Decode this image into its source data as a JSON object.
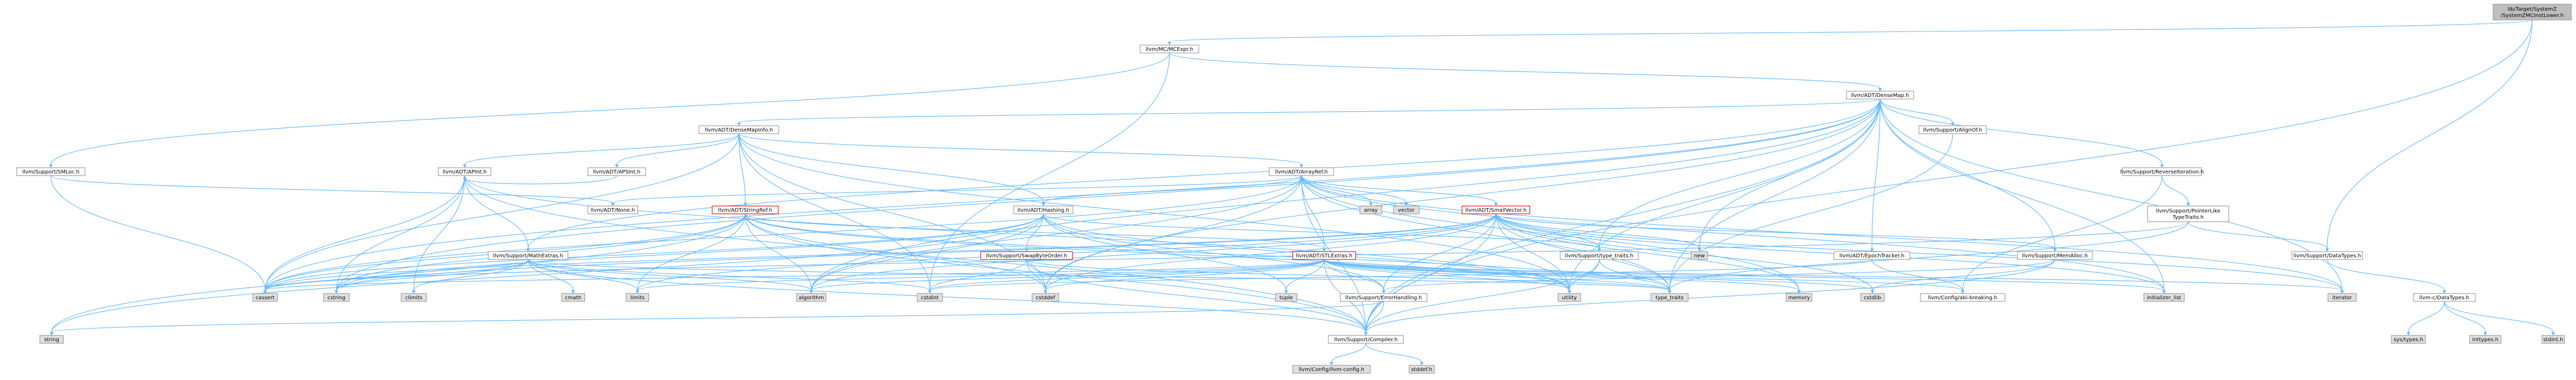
{
  "colors": {
    "edge": "#63b8ff",
    "node_fill": "#ffffff",
    "node_fill_root": "#bfbfbf",
    "node_fill_system": "#e0e0e0",
    "node_border": "#999999",
    "node_border_red": "#ff0000"
  },
  "nodes": [
    {
      "id": "root",
      "label": [
        "lib/Target/SystemZ",
        "/SystemZMCInstLower.h"
      ],
      "style": "root"
    },
    {
      "id": "mcexpr",
      "label": [
        "llvm/MC/MCExpr.h"
      ]
    },
    {
      "id": "densemap",
      "label": [
        "llvm/ADT/DenseMap.h"
      ]
    },
    {
      "id": "smloc",
      "label": [
        "llvm/Support/SMLoc.h"
      ]
    },
    {
      "id": "densemapinfo",
      "label": [
        "llvm/ADT/DenseMapInfo.h"
      ]
    },
    {
      "id": "alignof",
      "label": [
        "llvm/Support/AlignOf.h"
      ]
    },
    {
      "id": "reverseiter",
      "label": [
        "llvm/Support/ReverseIteration.h"
      ]
    },
    {
      "id": "apint",
      "label": [
        "llvm/ADT/APInt.h"
      ]
    },
    {
      "id": "apsint",
      "label": [
        "llvm/ADT/APSInt.h"
      ]
    },
    {
      "id": "arrayref",
      "label": [
        "llvm/ADT/ArrayRef.h"
      ]
    },
    {
      "id": "none",
      "label": [
        "llvm/ADT/None.h"
      ]
    },
    {
      "id": "ptrlike",
      "label": [
        "llvm/Support/PointerLike",
        "TypeTraits.h"
      ]
    },
    {
      "id": "stringref",
      "label": [
        "llvm/ADT/StringRef.h"
      ],
      "style": "red"
    },
    {
      "id": "hashing",
      "label": [
        "llvm/ADT/Hashing.h"
      ]
    },
    {
      "id": "array",
      "label": [
        "array"
      ],
      "style": "system"
    },
    {
      "id": "vector",
      "label": [
        "vector"
      ],
      "style": "system"
    },
    {
      "id": "smallvector",
      "label": [
        "llvm/ADT/SmallVector.h"
      ],
      "style": "red"
    },
    {
      "id": "mathextras",
      "label": [
        "llvm/Support/MathExtras.h"
      ]
    },
    {
      "id": "swapbyteorder",
      "label": [
        "llvm/Support/SwapByteOrder.h"
      ],
      "style": "red"
    },
    {
      "id": "stlextras",
      "label": [
        "llvm/ADT/STLExtras.h"
      ],
      "style": "red"
    },
    {
      "id": "typetraits",
      "label": [
        "llvm/Support/type_traits.h"
      ]
    },
    {
      "id": "new",
      "label": [
        "new"
      ],
      "style": "system"
    },
    {
      "id": "epochtracker",
      "label": [
        "llvm/ADT/EpochTracker.h"
      ]
    },
    {
      "id": "memalloc",
      "label": [
        "llvm/Support/MemAlloc.h"
      ]
    },
    {
      "id": "datatypes",
      "label": [
        "llvm/Support/DataTypes.h"
      ]
    },
    {
      "id": "cmath",
      "label": [
        "cmath"
      ],
      "style": "system"
    },
    {
      "id": "climits",
      "label": [
        "climits"
      ],
      "style": "system"
    },
    {
      "id": "cassert",
      "label": [
        "cassert"
      ],
      "style": "system"
    },
    {
      "id": "cstring",
      "label": [
        "cstring"
      ],
      "style": "system"
    },
    {
      "id": "limits",
      "label": [
        "limits"
      ],
      "style": "system"
    },
    {
      "id": "algorithm",
      "label": [
        "algorithm"
      ],
      "style": "system"
    },
    {
      "id": "cstdint",
      "label": [
        "cstdint"
      ],
      "style": "system"
    },
    {
      "id": "cstddef",
      "label": [
        "cstddef"
      ],
      "style": "system"
    },
    {
      "id": "tuple",
      "label": [
        "tuple"
      ],
      "style": "system"
    },
    {
      "id": "errorhandling",
      "label": [
        "llvm/Support/ErrorHandling.h"
      ]
    },
    {
      "id": "utility",
      "label": [
        "utility"
      ],
      "style": "system"
    },
    {
      "id": "typetraits_std",
      "label": [
        "type_traits"
      ],
      "style": "system"
    },
    {
      "id": "memory",
      "label": [
        "memory"
      ],
      "style": "system"
    },
    {
      "id": "cstdlib",
      "label": [
        "cstdlib"
      ],
      "style": "system"
    },
    {
      "id": "configabi",
      "label": [
        "llvm/Config/abi-breaking.h"
      ]
    },
    {
      "id": "initlist",
      "label": [
        "initializer_list"
      ],
      "style": "system"
    },
    {
      "id": "iterator",
      "label": [
        "iterator"
      ],
      "style": "system"
    },
    {
      "id": "llvmctypes",
      "label": [
        "llvm-c/DataTypes.h"
      ]
    },
    {
      "id": "string",
      "label": [
        "string"
      ],
      "style": "system"
    },
    {
      "id": "compiler",
      "label": [
        "llvm/Support/Compiler.h"
      ]
    },
    {
      "id": "systypes",
      "label": [
        "sys/types.h"
      ],
      "style": "system"
    },
    {
      "id": "inttypes",
      "label": [
        "inttypes.h"
      ],
      "style": "system"
    },
    {
      "id": "stdint",
      "label": [
        "stdint.h"
      ],
      "style": "system"
    },
    {
      "id": "llvmconfig",
      "label": [
        "llvm/Config/llvm-config.h"
      ],
      "style": "system"
    },
    {
      "id": "stddef",
      "label": [
        "stddef.h"
      ],
      "style": "system"
    }
  ],
  "edges": [
    [
      "root",
      "mcexpr"
    ],
    [
      "root",
      "datatypes"
    ],
    [
      "root",
      "compiler"
    ],
    [
      "mcexpr",
      "densemap"
    ],
    [
      "mcexpr",
      "smloc"
    ],
    [
      "mcexpr",
      "cstdint"
    ],
    [
      "densemap",
      "densemapinfo"
    ],
    [
      "densemap",
      "epochtracker"
    ],
    [
      "densemap",
      "alignof"
    ],
    [
      "densemap",
      "compiler"
    ],
    [
      "densemap",
      "mathextras"
    ],
    [
      "densemap",
      "memalloc"
    ],
    [
      "densemap",
      "reverseiter"
    ],
    [
      "densemap",
      "typetraits"
    ],
    [
      "densemap",
      "algorithm"
    ],
    [
      "densemap",
      "cassert"
    ],
    [
      "densemap",
      "cstddef"
    ],
    [
      "densemap",
      "cstring"
    ],
    [
      "densemap",
      "initlist"
    ],
    [
      "densemap",
      "iterator"
    ],
    [
      "densemap",
      "new"
    ],
    [
      "densemap",
      "typetraits_std"
    ],
    [
      "densemap",
      "utility"
    ],
    [
      "smloc",
      "none"
    ],
    [
      "smloc",
      "cassert"
    ],
    [
      "densemapinfo",
      "apint"
    ],
    [
      "densemapinfo",
      "apsint"
    ],
    [
      "densemapinfo",
      "arrayref"
    ],
    [
      "densemapinfo",
      "hashing"
    ],
    [
      "densemapinfo",
      "stringref"
    ],
    [
      "densemapinfo",
      "cassert"
    ],
    [
      "densemapinfo",
      "cstddef"
    ],
    [
      "densemapinfo",
      "cstdint"
    ],
    [
      "densemapinfo",
      "utility"
    ],
    [
      "alignof",
      "typetraits_std"
    ],
    [
      "reverseiter",
      "ptrlike"
    ],
    [
      "reverseiter",
      "configabi"
    ],
    [
      "ptrlike",
      "datatypes"
    ],
    [
      "ptrlike",
      "cassert"
    ],
    [
      "ptrlike",
      "typetraits_std"
    ],
    [
      "apint",
      "compiler"
    ],
    [
      "apint",
      "mathextras"
    ],
    [
      "apint",
      "cassert"
    ],
    [
      "apint",
      "climits"
    ],
    [
      "apint",
      "cstring"
    ],
    [
      "apint",
      "utility"
    ],
    [
      "apsint",
      "apint"
    ],
    [
      "arrayref",
      "hashing"
    ],
    [
      "arrayref",
      "none"
    ],
    [
      "arrayref",
      "smallvector"
    ],
    [
      "arrayref",
      "stlextras"
    ],
    [
      "arrayref",
      "compiler"
    ],
    [
      "arrayref",
      "algorithm"
    ],
    [
      "arrayref",
      "array"
    ],
    [
      "arrayref",
      "cassert"
    ],
    [
      "arrayref",
      "cstddef"
    ],
    [
      "arrayref",
      "initlist"
    ],
    [
      "arrayref",
      "iterator"
    ],
    [
      "arrayref",
      "memory"
    ],
    [
      "arrayref",
      "typetraits_std"
    ],
    [
      "arrayref",
      "vector"
    ],
    [
      "stringref",
      "stlextras"
    ],
    [
      "stringref",
      "compiler"
    ],
    [
      "stringref",
      "algorithm"
    ],
    [
      "stringref",
      "cassert"
    ],
    [
      "stringref",
      "cstddef"
    ],
    [
      "stringref",
      "cstring"
    ],
    [
      "stringref",
      "limits"
    ],
    [
      "stringref",
      "string"
    ],
    [
      "stringref",
      "typetraits_std"
    ],
    [
      "stringref",
      "utility"
    ],
    [
      "hashing",
      "errorhandling"
    ],
    [
      "hashing",
      "swapbyteorder"
    ],
    [
      "hashing",
      "typetraits"
    ],
    [
      "hashing",
      "algorithm"
    ],
    [
      "hashing",
      "cassert"
    ],
    [
      "hashing",
      "cstring"
    ],
    [
      "hashing",
      "string"
    ],
    [
      "hashing",
      "tuple"
    ],
    [
      "hashing",
      "utility"
    ],
    [
      "smallvector",
      "compiler"
    ],
    [
      "smallvector",
      "errorhandling"
    ],
    [
      "smallvector",
      "memalloc"
    ],
    [
      "smallvector",
      "typetraits"
    ],
    [
      "smallvector",
      "algorithm"
    ],
    [
      "smallvector",
      "cassert"
    ],
    [
      "smallvector",
      "cstddef"
    ],
    [
      "smallvector",
      "cstdlib"
    ],
    [
      "smallvector",
      "cstring"
    ],
    [
      "smallvector",
      "functional"
    ],
    [
      "smallvector",
      "initlist"
    ],
    [
      "smallvector",
      "iterator"
    ],
    [
      "smallvector",
      "limits"
    ],
    [
      "smallvector",
      "memory"
    ],
    [
      "smallvector",
      "new"
    ],
    [
      "smallvector",
      "typetraits_std"
    ],
    [
      "smallvector",
      "utility"
    ],
    [
      "mathextras",
      "compiler"
    ],
    [
      "mathextras",
      "algorithm"
    ],
    [
      "mathextras",
      "cassert"
    ],
    [
      "mathextras",
      "climits"
    ],
    [
      "mathextras",
      "cmath"
    ],
    [
      "mathextras",
      "cstdint"
    ],
    [
      "mathextras",
      "cstring"
    ],
    [
      "mathextras",
      "limits"
    ],
    [
      "mathextras",
      "typetraits_std"
    ],
    [
      "swapbyteorder",
      "compiler"
    ],
    [
      "swapbyteorder",
      "cstddef"
    ],
    [
      "swapbyteorder",
      "cstdint"
    ],
    [
      "swapbyteorder",
      "typetraits_std"
    ],
    [
      "stlextras",
      "errorhandling"
    ],
    [
      "stlextras",
      "configabi"
    ],
    [
      "stlextras",
      "compiler"
    ],
    [
      "stlextras",
      "algorithm"
    ],
    [
      "stlextras",
      "cassert"
    ],
    [
      "stlextras",
      "cstddef"
    ],
    [
      "stlextras",
      "cstdint"
    ],
    [
      "stlextras",
      "cstdlib"
    ],
    [
      "stlextras",
      "initlist"
    ],
    [
      "stlextras",
      "iterator"
    ],
    [
      "stlextras",
      "limits"
    ],
    [
      "stlextras",
      "memory"
    ],
    [
      "stlextras",
      "tuple"
    ],
    [
      "stlextras",
      "typetraits_std"
    ],
    [
      "stlextras",
      "utility"
    ],
    [
      "typetraits",
      "compiler"
    ],
    [
      "typetraits",
      "typetraits_std"
    ],
    [
      "typetraits",
      "utility"
    ],
    [
      "epochtracker",
      "configabi"
    ],
    [
      "epochtracker",
      "cstdint"
    ],
    [
      "memalloc",
      "compiler"
    ],
    [
      "memalloc",
      "errorhandling"
    ],
    [
      "memalloc",
      "cstdlib"
    ],
    [
      "datatypes",
      "llvmctypes"
    ],
    [
      "llvmctypes",
      "systypes"
    ],
    [
      "llvmctypes",
      "inttypes"
    ],
    [
      "llvmctypes",
      "stdint"
    ],
    [
      "errorhandling",
      "compiler"
    ],
    [
      "errorhandling",
      "string"
    ],
    [
      "compiler",
      "llvmconfig"
    ],
    [
      "compiler",
      "stddef"
    ]
  ]
}
